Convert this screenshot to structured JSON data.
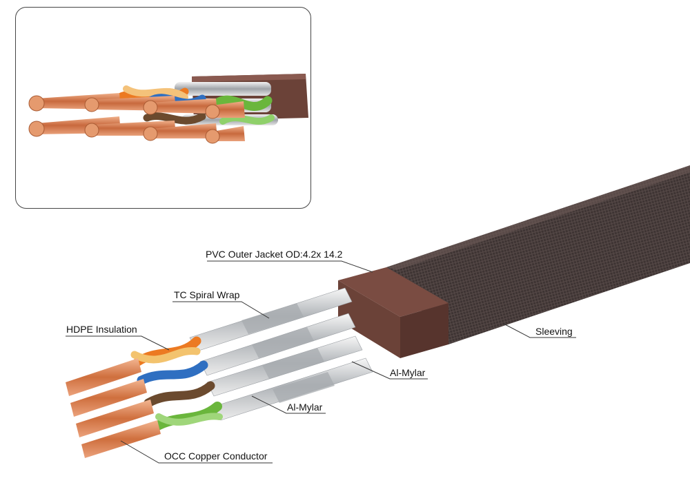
{
  "labels": {
    "pvc_jacket": "PVC Outer Jacket OD:4.2x 14.2",
    "tc_spiral": "TC Spiral Wrap",
    "hdpe": "HDPE Insulation",
    "sleeving": "Sleeving",
    "al_mylar_upper": "Al-Mylar",
    "al_mylar_lower": "Al-Mylar",
    "occ_copper": "OCC Copper Conductor"
  },
  "colors": {
    "jacket": "#6b4238",
    "jacket_top": "#7a4c42",
    "sleeve": "#3f3433",
    "copper": "#d9804f",
    "shield": "#c9ccd0",
    "pair_orange": "#ec7a22",
    "pair_blue": "#2f6fc1",
    "pair_brown": "#6b4a2e",
    "pair_green": "#6ab63c",
    "inset_border": "#444444"
  }
}
